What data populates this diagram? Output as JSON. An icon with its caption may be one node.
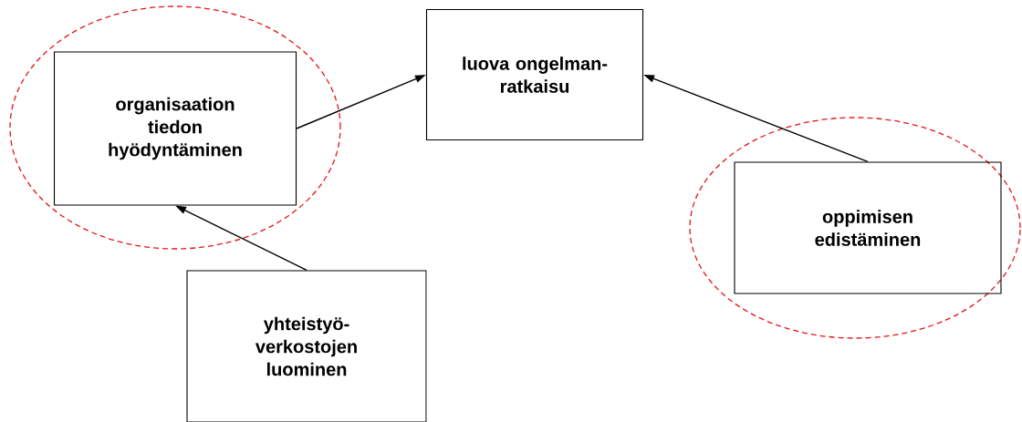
{
  "diagram": {
    "nodes": [
      {
        "text": [
          "organisaation tiedon hyödyntäminen"
        ]
      },
      {
        "text": [
          "luova ongelman-ratkaisu"
        ]
      },
      {
        "text": [
          "oppimisen edistäminen"
        ]
      },
      {
        "text": [
          "yhteistyö-verkostojen luominen"
        ]
      }
    ],
    "edges": [
      {
        "from": 0,
        "to": 1,
        "arrow": "to"
      },
      {
        "from": 2,
        "to": 1,
        "arrow": "to"
      },
      {
        "from": 3,
        "to": 0,
        "arrow": "to"
      }
    ]
  }
}
